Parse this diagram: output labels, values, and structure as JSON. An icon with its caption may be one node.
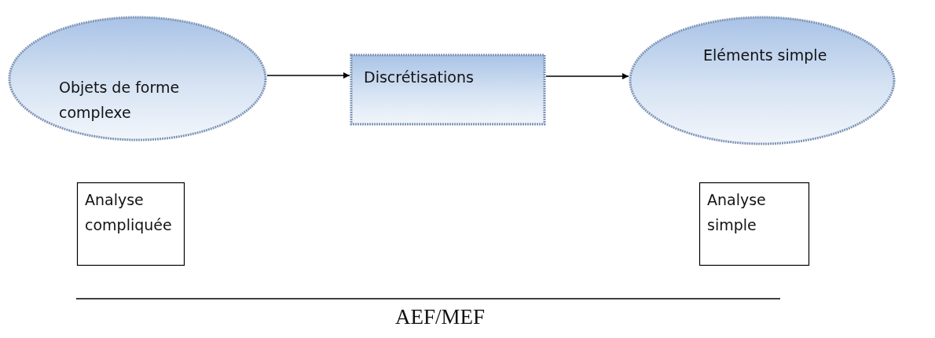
{
  "diagram": {
    "nodes": [
      {
        "text": [
          "Objets de forme complexe"
        ]
      },
      {
        "text": [
          "Discrétisations"
        ]
      },
      {
        "text": [
          "Eléments simple"
        ]
      },
      {
        "text": [
          "Analyse compliquée"
        ]
      },
      {
        "text": [
          "Analyse simple"
        ]
      }
    ],
    "edges": [
      {
        "from": 0,
        "to": 1,
        "arrow": "to"
      },
      {
        "from": 1,
        "to": 2,
        "arrow": "to"
      }
    ],
    "labels": [
      "AEF/MEF"
    ]
  }
}
